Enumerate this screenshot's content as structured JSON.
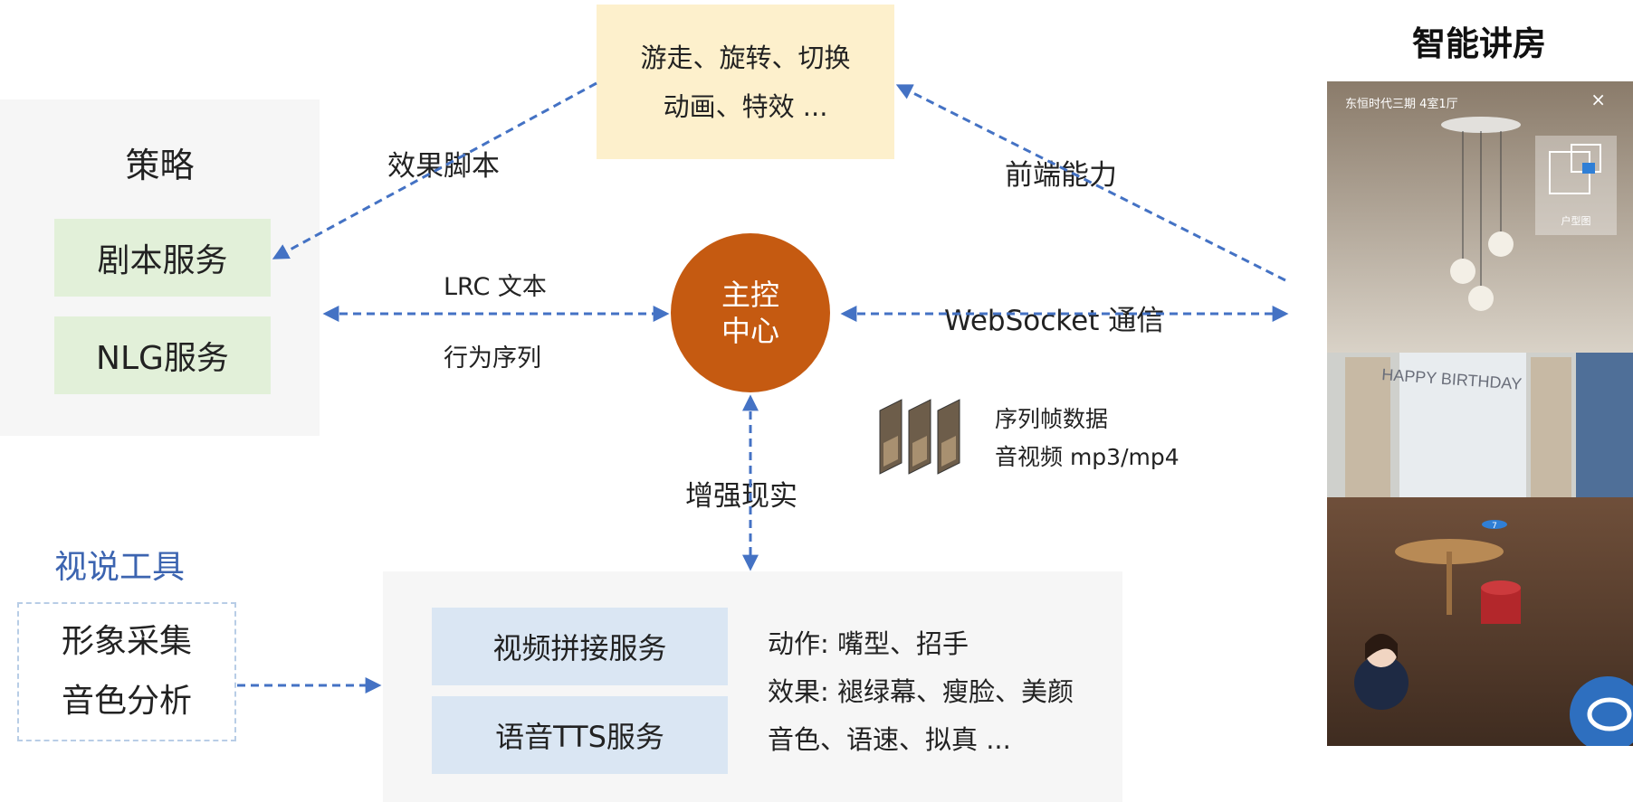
{
  "strategy": {
    "title": "策略",
    "services": [
      "剧本服务",
      "NLG服务"
    ]
  },
  "effects": {
    "lines": [
      "游走、旋转、切换",
      "动画、特效 ..."
    ]
  },
  "master": {
    "lines": [
      "主控",
      "中心"
    ]
  },
  "labels": {
    "effect_script": "效果脚本",
    "frontend": "前端能力",
    "lrc": "LRC 文本",
    "behavior": "行为序列",
    "websocket": "WebSocket 通信",
    "ar": "增强现实"
  },
  "frames": {
    "lines": [
      "序列帧数据",
      "音视频 mp3/mp4"
    ]
  },
  "services": {
    "items": [
      "视频拼接服务",
      "语音TTS服务"
    ],
    "notes": [
      "动作: 嘴型、招手",
      "效果: 褪绿幕、瘦脸、美颜",
      "音色、语速、拟真 ..."
    ]
  },
  "tools": {
    "title": "视说工具",
    "lines": [
      "形象采集",
      "音色分析"
    ]
  },
  "phone": {
    "title": "智能讲房",
    "header": "东恒时代三期 4室1厅",
    "close": "×",
    "floorplan_label": "户型图",
    "banner": "HAPPY BIRTHDAY",
    "marker": "7"
  },
  "colors": {
    "arrow": "#4472c4",
    "master": "#c55a11",
    "green": "#e2f0d9",
    "blue": "#dae6f3",
    "yellow": "#fdf0cc",
    "tools_title": "#3c64b0"
  }
}
